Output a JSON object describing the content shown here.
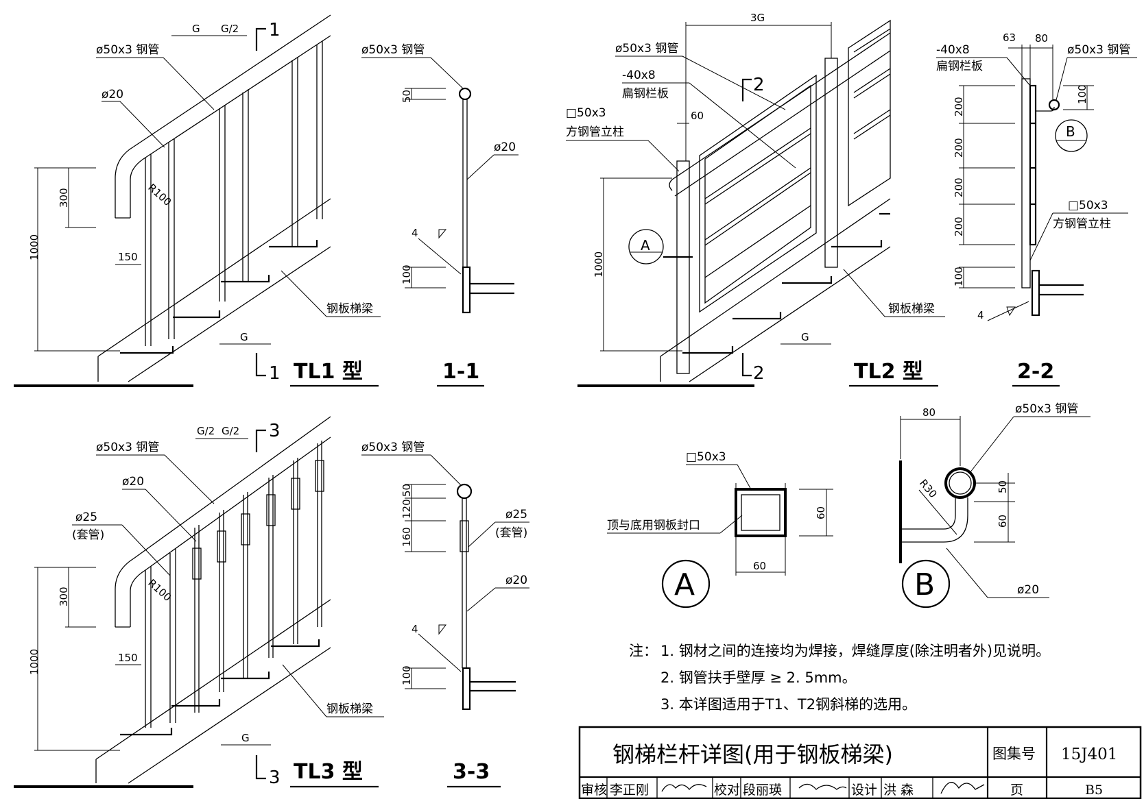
{
  "views": {
    "tl1": {
      "title": "TL1 型",
      "section_mark": "1",
      "section_mark_end": "1",
      "label_handrail": "ø50x3 钢管",
      "label_baluster": "ø20",
      "label_beam": "钢板梯梁",
      "dim_g1": "G",
      "dim_g2": "G/2",
      "dim_g3": "G",
      "dim_300": "300",
      "dim_1000": "1000",
      "dim_150": "150",
      "dim_r": "R100"
    },
    "sec11": {
      "title": "1-1",
      "label_handrail": "ø50x3 钢管",
      "label_baluster": "ø20",
      "dim_50": "50",
      "dim_100": "100",
      "weld": "4"
    },
    "tl2": {
      "title": "TL2 型",
      "section_mark": "2",
      "section_mark_end": "2",
      "label_handrail": "ø50x3 钢管",
      "label_flat_a": "-40x8",
      "label_flat_b": "扁钢栏板",
      "label_post_a": "□50x3",
      "label_post_b": "方钢管立柱",
      "label_beam": "钢板梯梁",
      "dim_3g": "3G",
      "dim_60": "60",
      "dim_g": "G",
      "dim_1000": "1000",
      "callout_a": "A"
    },
    "sec22": {
      "title": "2-2",
      "label_flat_a": "-40x8",
      "label_flat_b": "扁钢栏板",
      "label_handrail": "ø50x3 钢管",
      "label_post_a": "□50x3",
      "label_post_b": "方钢管立柱",
      "dim_63": "63",
      "dim_80": "80",
      "dim_200a": "200",
      "dim_200b": "200",
      "dim_200c": "200",
      "dim_200d": "200",
      "dim_100a": "100",
      "dim_100b": "100",
      "weld": "4",
      "callout_b": "B"
    },
    "tl3": {
      "title": "TL3 型",
      "section_mark": "3",
      "section_mark_end": "3",
      "label_handrail": "ø50x3  钢管",
      "label_baluster": "ø20",
      "label_sleeve_a": "ø25",
      "label_sleeve_b": "(套管)",
      "label_beam": "钢板梯梁",
      "dim_g2a": "G/2",
      "dim_g2b": "G/2",
      "dim_g": "G",
      "dim_300": "300",
      "dim_1000": "1000",
      "dim_150": "150",
      "dim_r": "R100"
    },
    "sec33": {
      "title": "3-3",
      "label_handrail": "ø50x3  钢管",
      "label_sleeve_a": "ø25",
      "label_sleeve_b": "(套管)",
      "label_baluster": "ø20",
      "dim_50": "50",
      "dim_120": "120",
      "dim_160": "160",
      "dim_100": "100",
      "weld": "4"
    },
    "detail_a": {
      "title": "A",
      "label_tube": "□50x3",
      "label_cap": "顶与底用钢板封口",
      "dim_60w": "60",
      "dim_60h": "60"
    },
    "detail_b": {
      "title": "B",
      "label_handrail": "ø50x3 钢管",
      "label_baluster": "ø20",
      "dim_80": "80",
      "dim_50": "50",
      "dim_60": "60",
      "dim_r": "R30"
    }
  },
  "notes": {
    "prefix": "注：",
    "items": [
      "1. 钢材之间的连接均为焊接，焊缝厚度(除注明者外)见说明。",
      "2. 钢管扶手壁厚 ≥ 2. 5mm。",
      "3. 本详图适用于T1、T2钢斜梯的选用。"
    ]
  },
  "title_block": {
    "drawing_title": "钢梯栏杆详图(用于钢板梯梁)",
    "atlas_label": "图集号",
    "atlas_no": "15J401",
    "review_label": "审核",
    "reviewer": "李正刚",
    "check_label": "校对",
    "checker": "段丽瑛",
    "design_label": "设计",
    "designer": "洪  森",
    "page_label": "页",
    "page_no": "B5"
  }
}
